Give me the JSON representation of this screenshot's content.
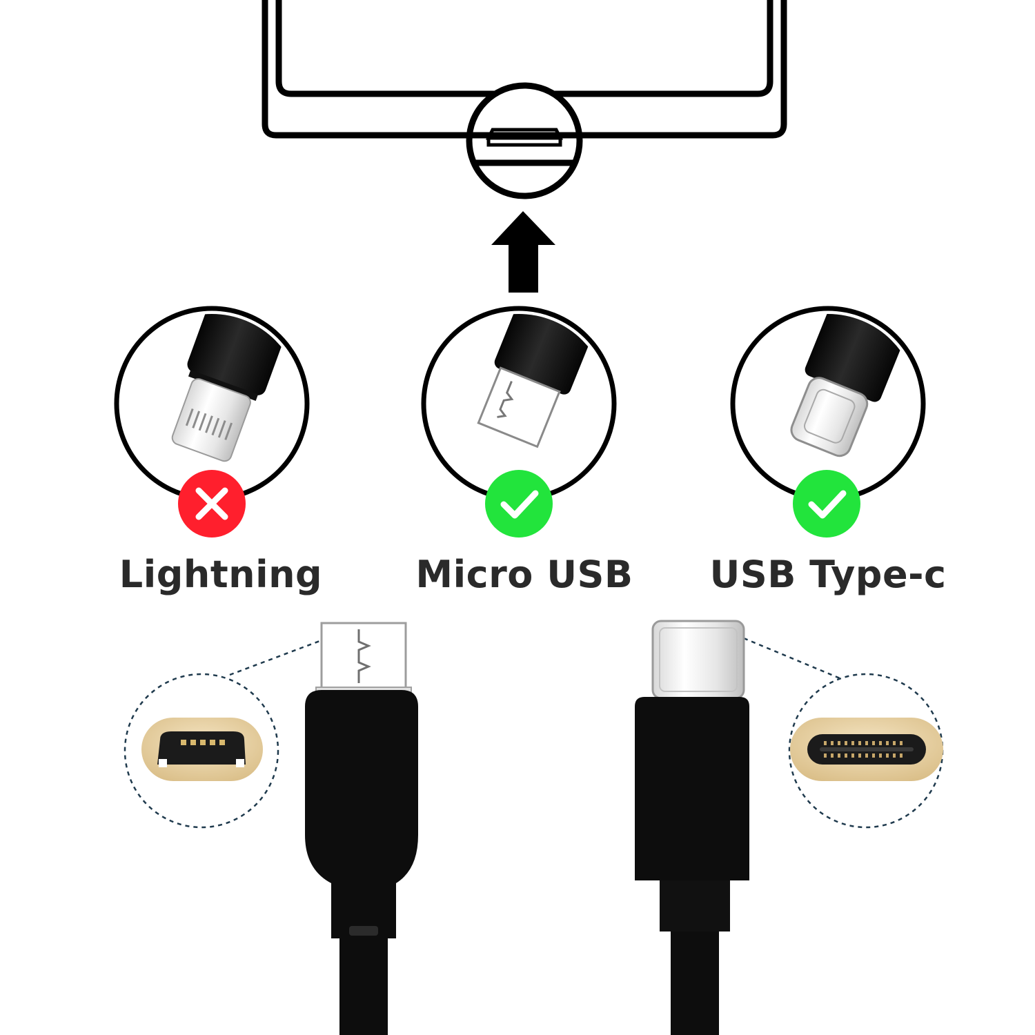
{
  "labels": {
    "lightning": "Lightning",
    "micro_usb": "Micro USB",
    "usb_type_c": "USB Type-c"
  },
  "connectors": [
    {
      "name": "Lightning",
      "compatible": false,
      "badge_icon": "cross-icon"
    },
    {
      "name": "Micro USB",
      "compatible": true,
      "badge_icon": "check-icon"
    },
    {
      "name": "USB Type-c",
      "compatible": true,
      "badge_icon": "check-icon"
    }
  ],
  "colors": {
    "incompatible": "#ff1f2d",
    "compatible": "#22e43c",
    "outline": "#000000",
    "port_gold": "#e6cc9c",
    "cable_black": "#0d0d0d"
  }
}
